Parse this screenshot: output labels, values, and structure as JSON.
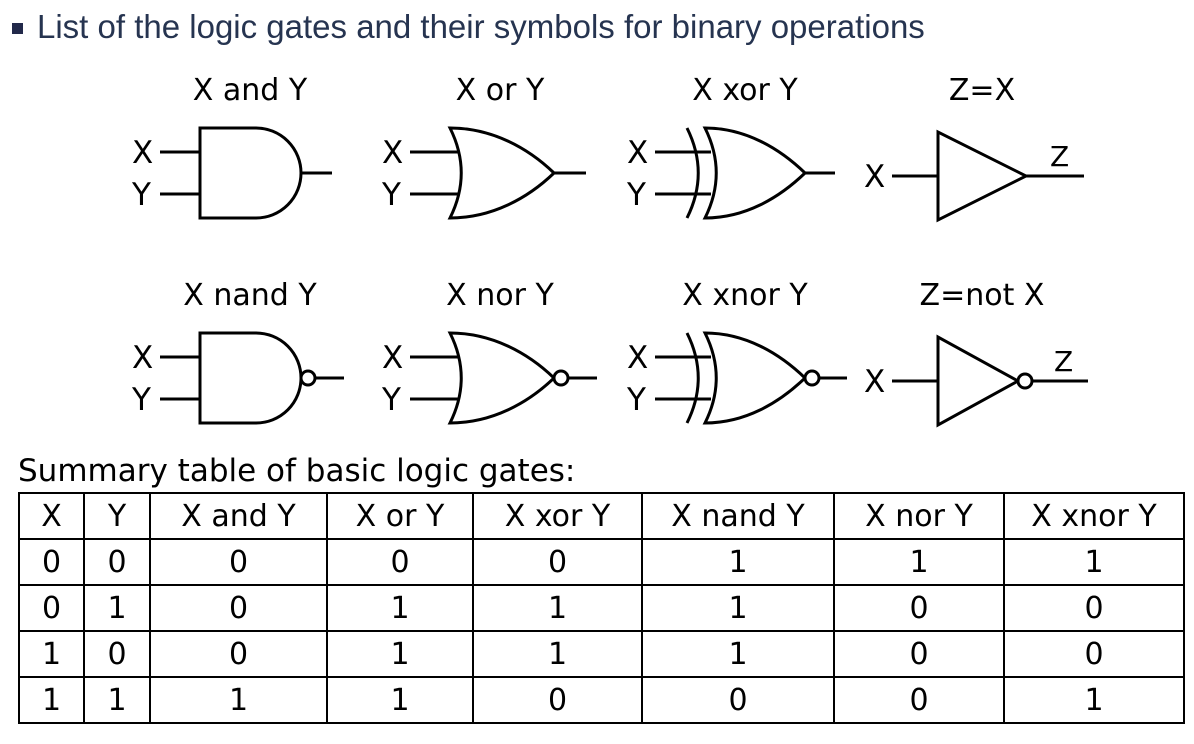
{
  "title": {
    "text": "List of the logic gates and their symbols for binary operations"
  },
  "colors": {
    "background": "#ffffff",
    "ink": "#000000",
    "title_text": "#263450",
    "bullet": "#22294a"
  },
  "gates": {
    "row1": [
      {
        "label": "X and Y",
        "input1": "X",
        "input2": "Y"
      },
      {
        "label": "X or Y",
        "input1": "X",
        "input2": "Y"
      },
      {
        "label": "X xor Y",
        "input1": "X",
        "input2": "Y"
      },
      {
        "label": "Z=X",
        "input1": "X",
        "output": "Z"
      }
    ],
    "row2": [
      {
        "label": "X nand Y",
        "input1": "X",
        "input2": "Y"
      },
      {
        "label": "X nor Y",
        "input1": "X",
        "input2": "Y"
      },
      {
        "label": "X xnor Y",
        "input1": "X",
        "input2": "Y"
      },
      {
        "label": "Z=not X",
        "input1": "X",
        "output": "Z"
      }
    ]
  },
  "table": {
    "caption": "Summary table of basic logic gates:",
    "headers": [
      "X",
      "Y",
      "X and Y",
      "X or Y",
      "X xor Y",
      "X nand Y",
      "X nor Y",
      "X xnor Y"
    ],
    "rows": [
      [
        "0",
        "0",
        "0",
        "0",
        "0",
        "1",
        "1",
        "1"
      ],
      [
        "0",
        "1",
        "0",
        "1",
        "1",
        "1",
        "0",
        "0"
      ],
      [
        "1",
        "0",
        "0",
        "1",
        "1",
        "1",
        "0",
        "0"
      ],
      [
        "1",
        "1",
        "1",
        "1",
        "0",
        "0",
        "0",
        "1"
      ]
    ]
  }
}
